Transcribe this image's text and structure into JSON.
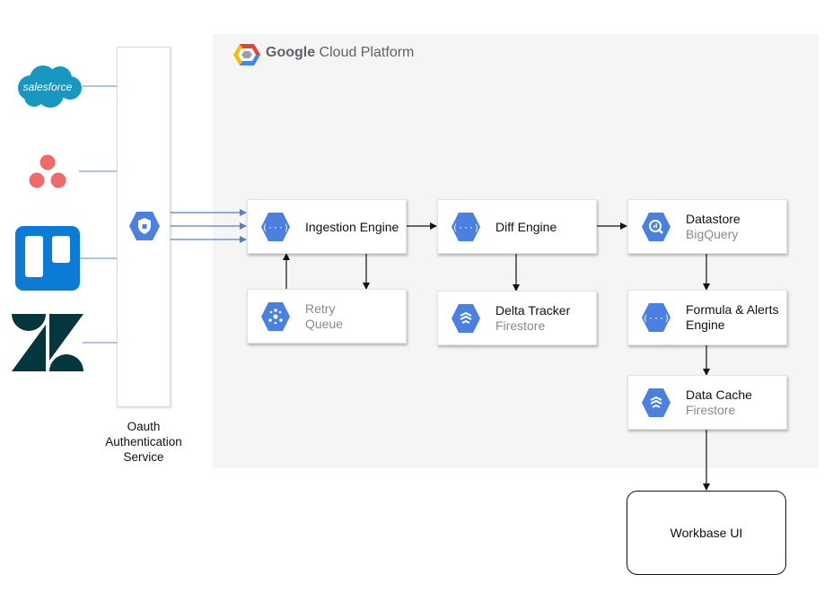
{
  "platform": {
    "title_bold": "Google",
    "title_rest": " Cloud Platform",
    "logo_icon": "google-cloud-hexagon-icon"
  },
  "auth_service": {
    "label_lines": [
      "Oauth",
      "Authentication",
      "Service"
    ],
    "icon": "shield-lock-icon"
  },
  "sources": [
    {
      "name": "salesforce",
      "text": "salesforce",
      "color": "#1798c1"
    },
    {
      "name": "asana",
      "color": "#f06a6a"
    },
    {
      "name": "trello",
      "color": "#0c7bd6"
    },
    {
      "name": "zendesk",
      "color": "#03363d"
    }
  ],
  "nodes": {
    "ingestion": {
      "title": "Ingestion Engine",
      "icon": "api-hexagon-icon"
    },
    "retry": {
      "title": "Retry",
      "subtitle": "Queue",
      "icon": "pubsub-hexagon-icon"
    },
    "diff": {
      "title": "Diff Engine",
      "icon": "api-hexagon-icon"
    },
    "delta": {
      "title": "Delta Tracker",
      "subtitle": "Firestore",
      "icon": "firestore-hexagon-icon"
    },
    "datastore": {
      "title": "Datastore",
      "subtitle": "BigQuery",
      "icon": "bigquery-hexagon-icon"
    },
    "formula": {
      "title_lines": [
        "Formula & Alerts",
        "Engine"
      ],
      "icon": "api-hexagon-icon"
    },
    "cache": {
      "title": "Data Cache",
      "subtitle": "Firestore",
      "icon": "firestore-hexagon-icon"
    }
  },
  "workbase": {
    "label": "Workbase UI"
  },
  "colors": {
    "hex_blue": "#4a80e0",
    "arrow_blue": "#5b7fc4",
    "line_blue": "#7ea3d3"
  }
}
